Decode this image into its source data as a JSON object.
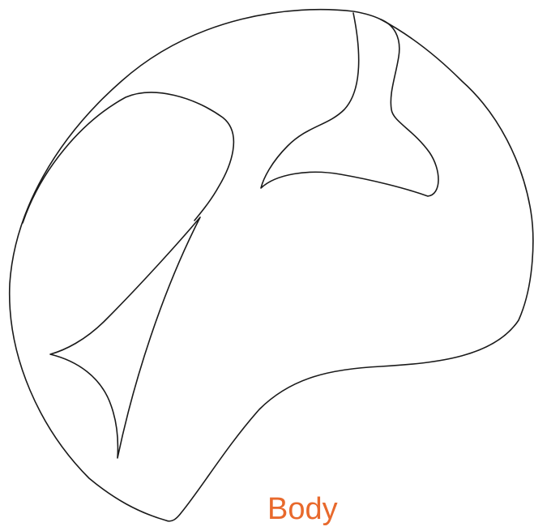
{
  "diagram": {
    "label": "Body",
    "label_color": "#e8692c",
    "stroke_color": "#1a1a1a",
    "parts": [
      "outer-body-outline",
      "upper-left-lobe",
      "upper-right-fin",
      "lower-left-fin"
    ]
  }
}
